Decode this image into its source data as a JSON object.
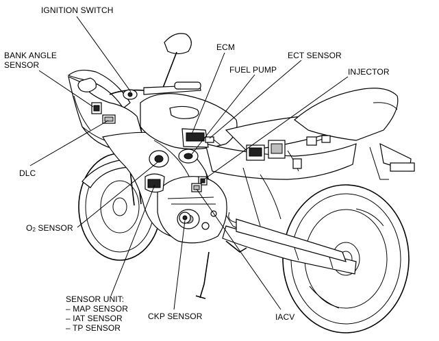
{
  "labels": {
    "ignition_switch": "IGNITION SWITCH",
    "bank_angle_sensor_1": "BANK ANGLE",
    "bank_angle_sensor_2": "SENSOR",
    "ecm": "ECM",
    "ect_sensor": "ECT SENSOR",
    "fuel_pump": "FUEL PUMP",
    "injector": "INJECTOR",
    "dlc": "DLC",
    "o2_sensor_prefix": "O",
    "o2_sensor_sub": "2",
    "o2_sensor_suffix": " SENSOR",
    "sensor_unit_1": "SENSOR UNIT:",
    "sensor_unit_2": "– MAP SENSOR",
    "sensor_unit_3": "– IAT SENSOR",
    "sensor_unit_4": "– TP SENSOR",
    "ckp_sensor": "CKP SENSOR",
    "iacv": "IACV"
  }
}
